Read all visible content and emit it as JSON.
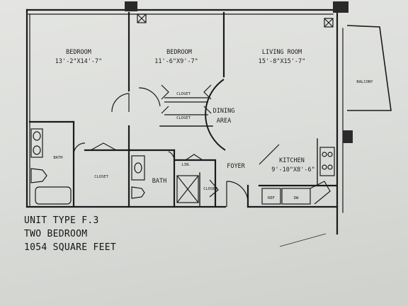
{
  "rooms": {
    "bedroom1": {
      "name": "BEDROOM",
      "dims": "13'-2\"X14'-7\""
    },
    "bedroom2": {
      "name": "BEDROOM",
      "dims": "11'-6\"X9'-7\""
    },
    "living": {
      "name": "LIVING ROOM",
      "dims": "15'-8\"X15'-7\""
    },
    "dining": {
      "line1": "DINING",
      "line2": "AREA"
    },
    "kitchen": {
      "name": "KITCHEN",
      "dims": "9'-10\"X8'-6\""
    },
    "foyer": "FOYER",
    "bath1": "BATH",
    "bath2": "BATH",
    "closet_b1": "CLOSET",
    "closet_b2a": "CLOSET",
    "closet_b2b": "CLOSET",
    "closet_hall": "CLOSET",
    "linen": "LIN.",
    "balcony": "BALCONY",
    "ref": "REF",
    "dw": "DW"
  },
  "unit_info": {
    "type": "UNIT TYPE  F.3",
    "bedrooms": "TWO BEDROOM",
    "area": "1054 SQUARE FEET"
  }
}
